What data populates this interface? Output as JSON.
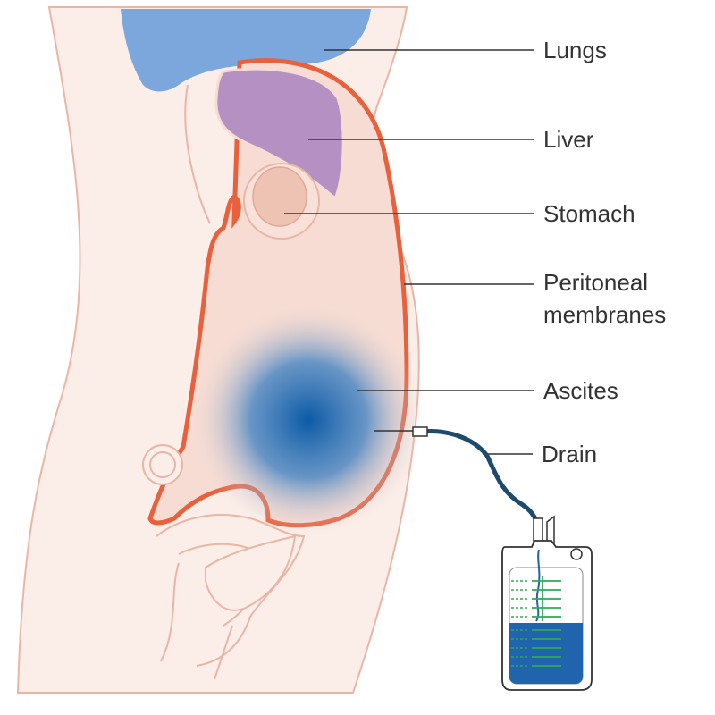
{
  "labels": {
    "lungs": "Lungs",
    "liver": "Liver",
    "stomach": "Stomach",
    "peritoneal_line1": "Peritoneal",
    "peritoneal_line2": "membranes",
    "ascites": "Ascites",
    "drain": "Drain"
  },
  "colors": {
    "skin": "#fbede7",
    "outline": "#e9b6a6",
    "lungs": "#7ba7dc",
    "liver": "#b590c2",
    "membrane": "#e8603c",
    "ascites": "#1a66b0",
    "bag_fluid": "#1f64ad",
    "scale": "#2eaa55",
    "tube": "#1e4a6e"
  }
}
